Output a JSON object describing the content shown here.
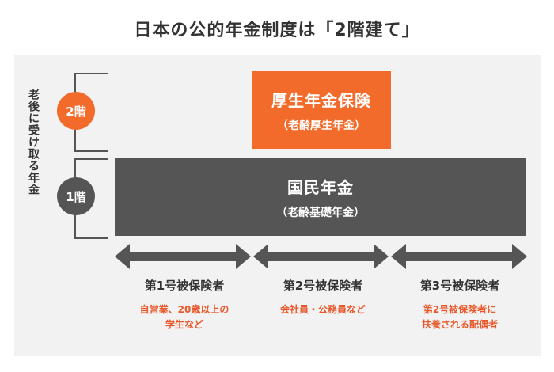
{
  "title": "日本の公的年金制度は「2階建て」",
  "side_label": "老後に受け取る年金",
  "levels": {
    "tier2": {
      "label": "2階",
      "color": "#f26b2a"
    },
    "tier1": {
      "label": "1階",
      "color": "#555555"
    }
  },
  "boxes": {
    "employees_pension": {
      "name": "厚生年金保険",
      "sub": "（老齢厚生年金）"
    },
    "national_pension": {
      "name": "国民年金",
      "sub": "（老齢基礎年金）"
    }
  },
  "categories": [
    {
      "title": "第1号被保険者",
      "note_line1": "自営業、20歳以上の",
      "note_line2": "学生など"
    },
    {
      "title": "第2号被保険者",
      "note_line1": "会社員・公務員など",
      "note_line2": ""
    },
    {
      "title": "第3号被保険者",
      "note_line1": "第2号被保険者に",
      "note_line2": "扶養される配偶者"
    }
  ]
}
